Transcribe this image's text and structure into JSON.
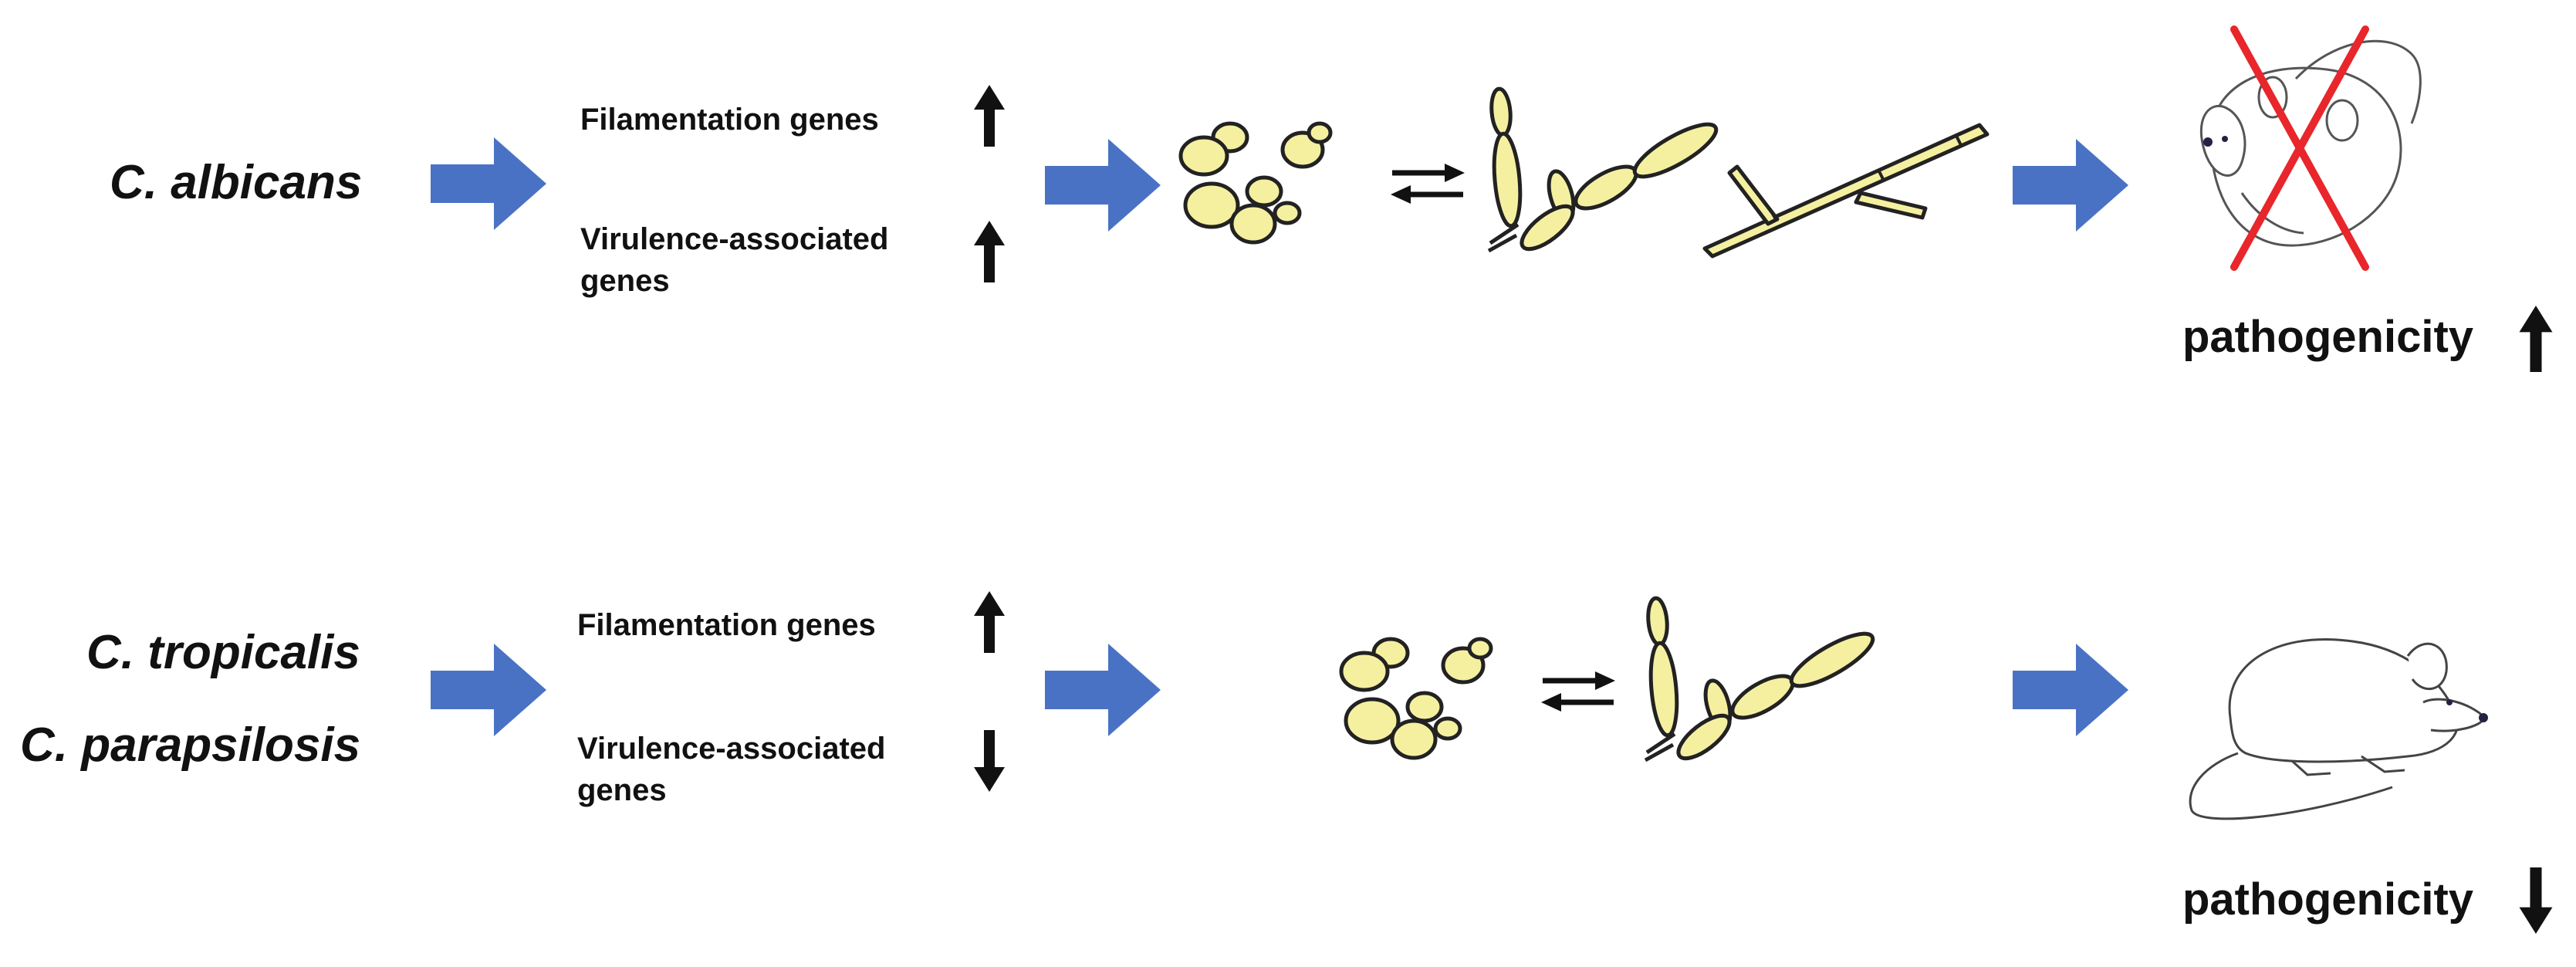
{
  "colors": {
    "flow_arrow": "#4a72c4",
    "cell_fill": "#f5f0a0",
    "cell_stroke": "#222222",
    "cross": "#e8262b",
    "text": "#111111"
  },
  "icons": {
    "up": "up-arrow-icon",
    "down": "down-arrow-icon",
    "flow": "blue-flow-arrow-icon",
    "exchange": "exchange-arrows-icon",
    "mouse": "mouse-icon"
  },
  "top_row": {
    "species": "C. albicans",
    "filamentation_label": "Filamentation genes",
    "filamentation_change": "up",
    "virulence_label_line1": "Virulence-associated",
    "virulence_label_line2": "genes",
    "virulence_change": "up",
    "pathogenicity_label": "pathogenicity",
    "pathogenicity_change": "up"
  },
  "bottom_row": {
    "species_1": "C. tropicalis",
    "species_2": "C. parapsilosis",
    "filamentation_label": "Filamentation genes",
    "filamentation_change": "up",
    "virulence_label_line1": "Virulence-associated",
    "virulence_label_line2": "genes",
    "virulence_change": "down",
    "pathogenicity_label": "pathogenicity",
    "pathogenicity_change": "down"
  }
}
